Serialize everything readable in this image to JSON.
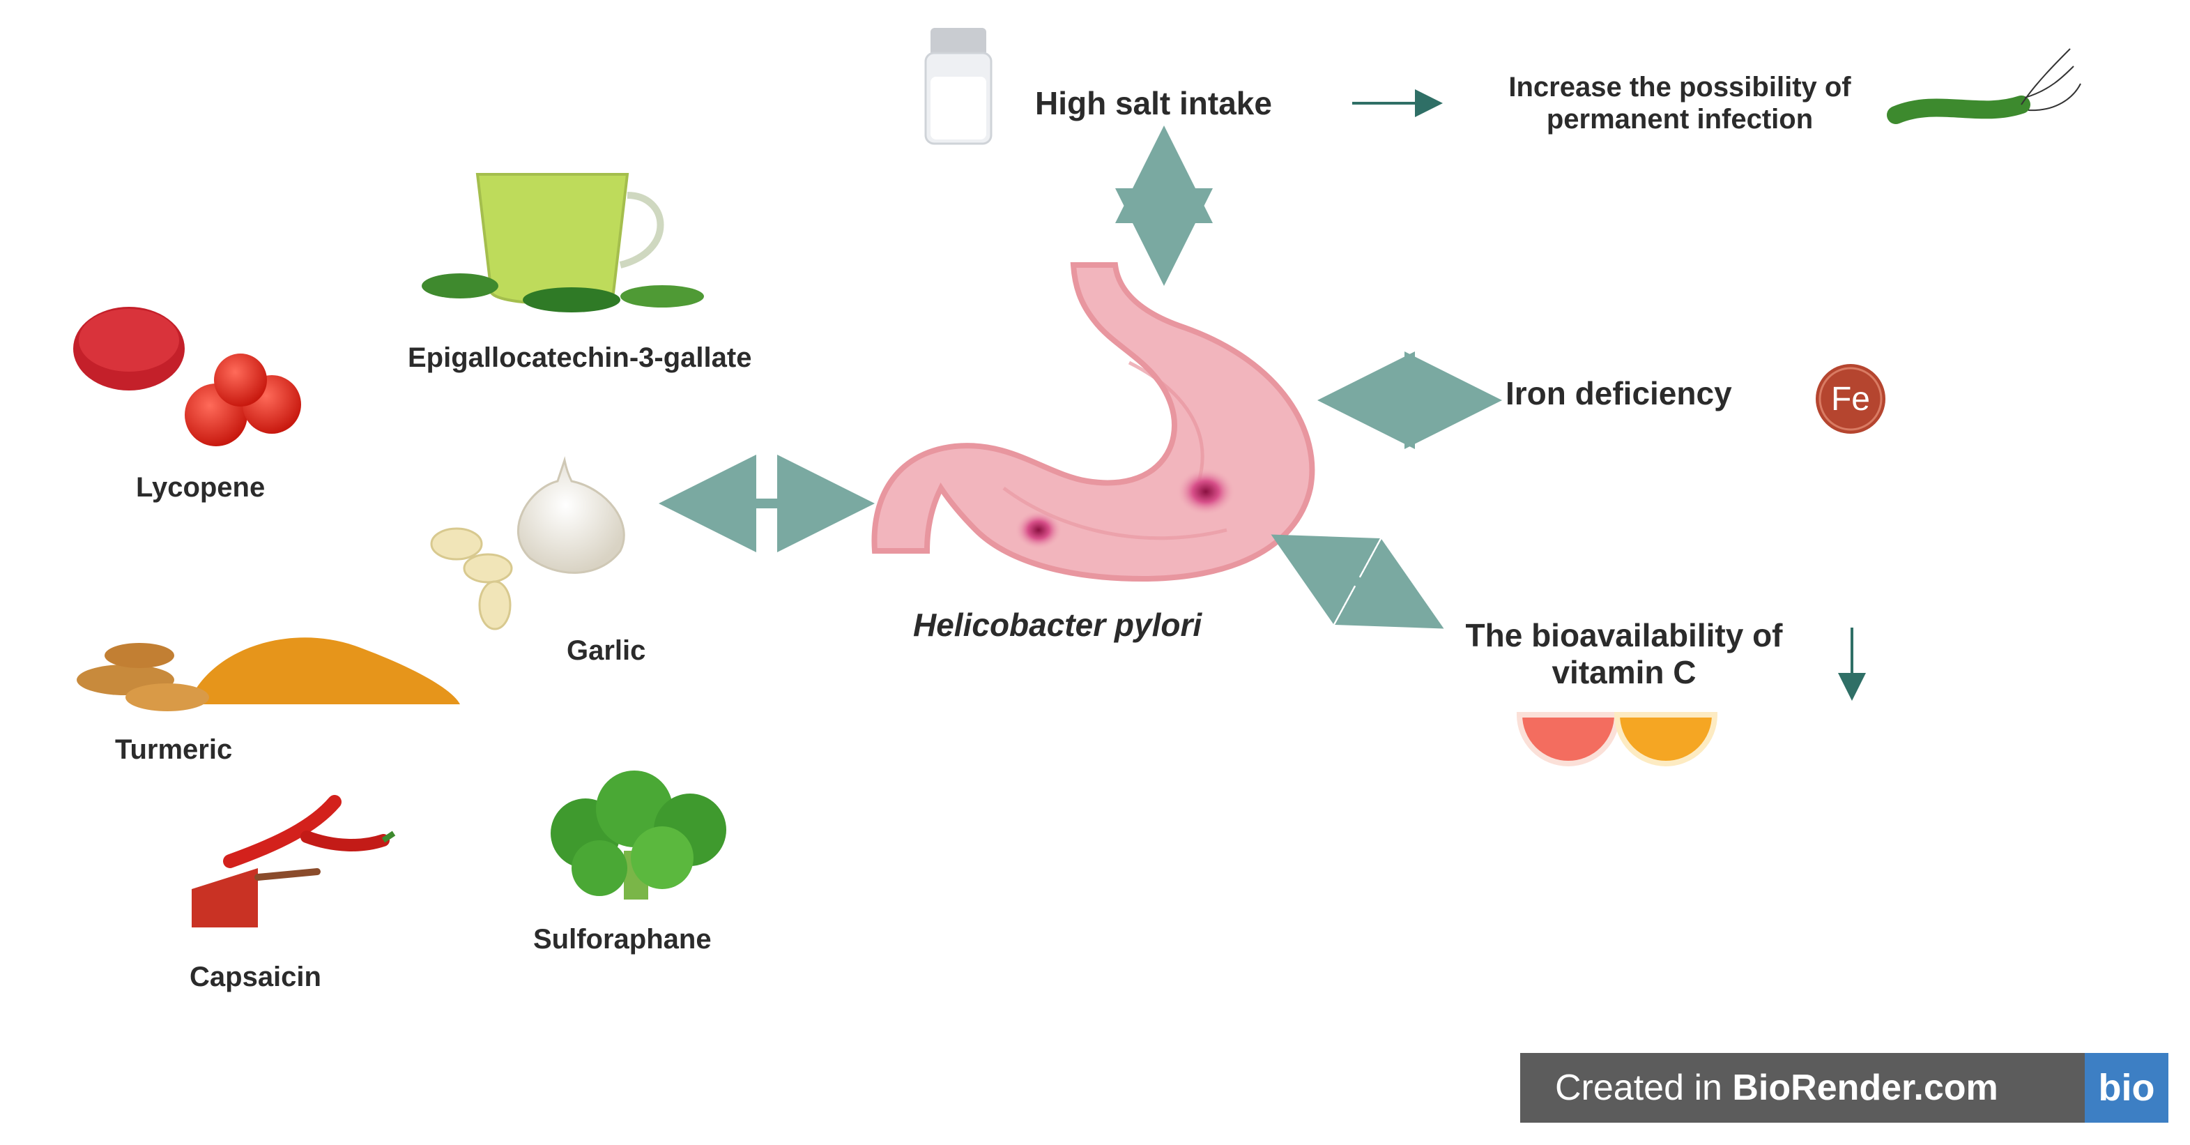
{
  "center": {
    "label": "Helicobacter pylori"
  },
  "risk_factors": {
    "salt": "High salt intake",
    "infection": "Increase the possibility of permanent infection",
    "iron": "Iron deficiency",
    "iron_symbol": "Fe",
    "vitamin_c": "The bioavailability of vitamin C"
  },
  "compounds": {
    "egcg": "Epigallocatechin-3-gallate",
    "lycopene": "Lycopene",
    "garlic": "Garlic",
    "turmeric": "Turmeric",
    "capsaicin": "Capsaicin",
    "sulforaphane": "Sulforaphane"
  },
  "watermark": {
    "prefix": "Created in ",
    "brand": "BioRender.com",
    "logo": "bio"
  },
  "colors": {
    "arrow": "#7aa9a1",
    "arrow_dark": "#2f6f66",
    "stomach": "#f2b5bd",
    "stomach_outline": "#e8969f",
    "iron_badge": "#b5452f"
  }
}
